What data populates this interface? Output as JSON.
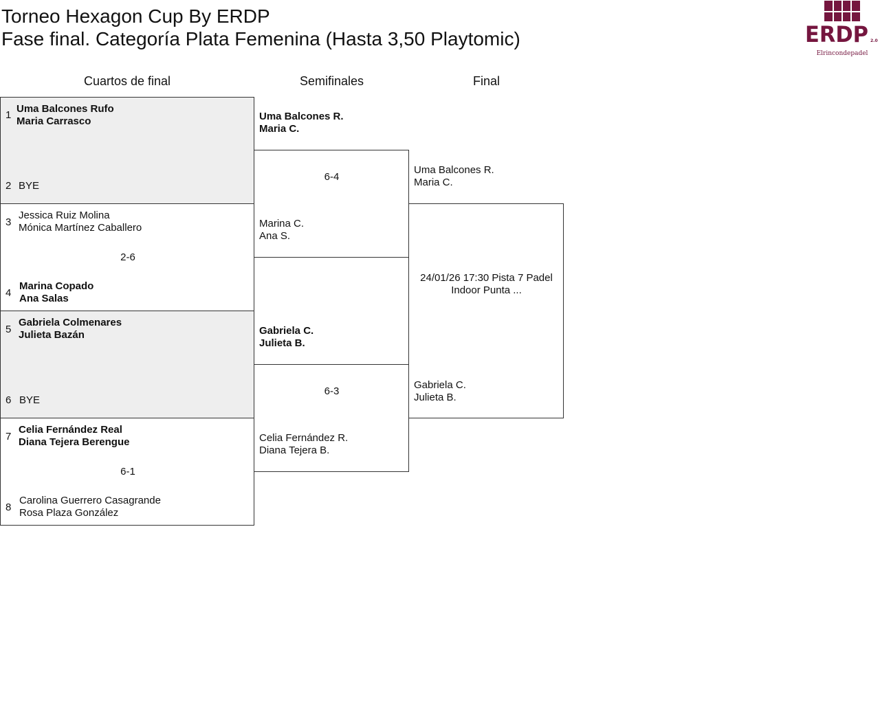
{
  "header": {
    "title": "Torneo Hexagon Cup By ERDP",
    "subtitle": "Fase final. Categoría Plata Femenina (Hasta 3,50 Playtomic)"
  },
  "logo": {
    "text": "ERDP",
    "version": "2.0",
    "tagline": "Elrincondepadel",
    "color": "#75163f"
  },
  "rounds": {
    "qf": "Cuartos de final",
    "sf": "Semifinales",
    "final": "Final"
  },
  "qf": [
    {
      "seed1": "1",
      "p1a": "Uma Balcones Rufo",
      "p1b": "Maria Carrasco",
      "seed2": "2",
      "p2a": "BYE",
      "p2b": "",
      "score": ""
    },
    {
      "seed1": "3",
      "p1a": "Jessica Ruiz Molina",
      "p1b": "Mónica Martínez Caballero",
      "seed2": "4",
      "p2a": "Marina Copado",
      "p2b": "Ana Salas",
      "score": "2-6"
    },
    {
      "seed1": "5",
      "p1a": "Gabriela Colmenares",
      "p1b": "Julieta Bazán",
      "seed2": "6",
      "p2a": "BYE",
      "p2b": "",
      "score": ""
    },
    {
      "seed1": "7",
      "p1a": "Celia Fernández Real",
      "p1b": "Diana Tejera Berengue",
      "seed2": "8",
      "p2a": "Carolina Guerrero Casagrande",
      "p2b": "Rosa Plaza González",
      "score": "6-1"
    }
  ],
  "sf": [
    {
      "p1a": "Uma Balcones R.",
      "p1b": "Maria C.",
      "p2a": "Marina C.",
      "p2b": "Ana S.",
      "score": "6-4"
    },
    {
      "p1a": "Gabriela C.",
      "p1b": "Julieta B.",
      "p2a": "Celia Fernández R.",
      "p2b": "Diana Tejera B.",
      "score": "6-3"
    }
  ],
  "final": {
    "p1a": "Uma Balcones R.",
    "p1b": "Maria C.",
    "p2a": "Gabriela C.",
    "p2b": "Julieta B.",
    "info": "24/01/26 17:30 Pista 7 Padel Indoor Punta ..."
  }
}
